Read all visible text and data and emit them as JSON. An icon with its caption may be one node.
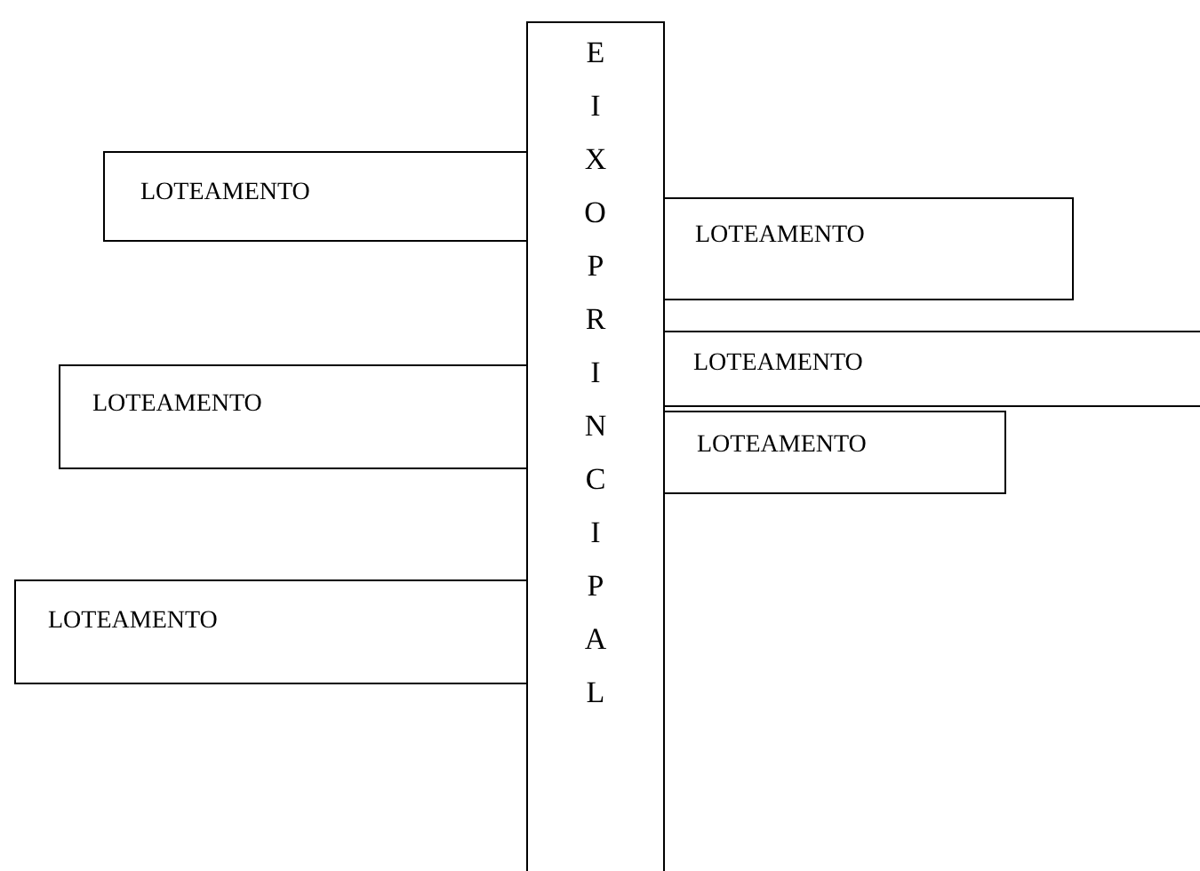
{
  "diagram": {
    "nodes": [
      {
        "text": [
          "EIXO PRINCIPAL"
        ]
      },
      {
        "text": [
          "LOTEAMENTO"
        ]
      },
      {
        "text": [
          "LOTEAMENTO"
        ]
      },
      {
        "text": [
          "LOTEAMENTO"
        ]
      },
      {
        "text": [
          "LOTEAMENTO"
        ]
      },
      {
        "text": [
          "LOTEAMENTO"
        ]
      },
      {
        "text": [
          "LOTEAMENTO"
        ]
      }
    ]
  }
}
